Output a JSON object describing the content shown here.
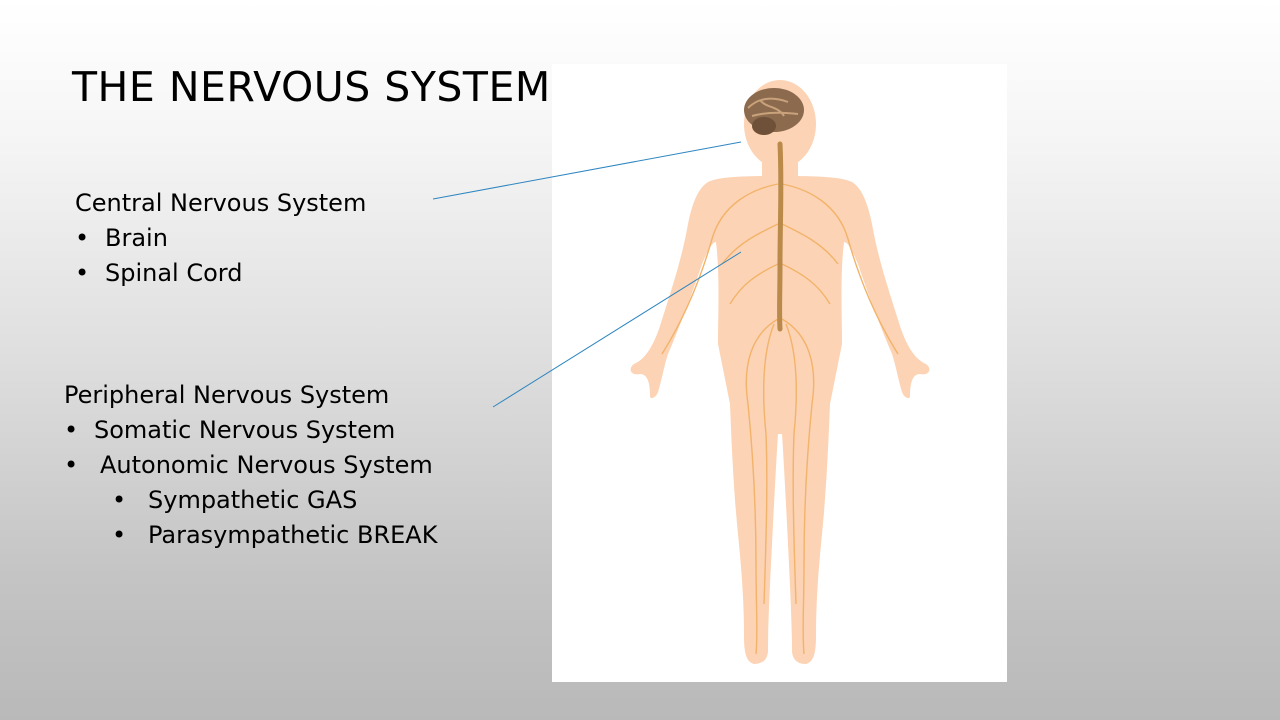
{
  "slide": {
    "title": "THE NERVOUS SYSTEM",
    "central": {
      "heading": "Central Nervous System",
      "items": [
        "Brain",
        "Spinal Cord"
      ]
    },
    "peripheral": {
      "heading": "Peripheral Nervous System",
      "items": [
        "Somatic Nervous System",
        "Autonomic Nervous System"
      ],
      "subitems": [
        "Sympathetic GAS",
        "Parasympathetic BREAK"
      ]
    },
    "bullet_glyph": "•"
  },
  "colors": {
    "connector": "#2e86c1",
    "body_fill": "#fcd3b4",
    "nerve": "#f2b36a",
    "spine": "#b98a4a",
    "brain": "#8b6a4e"
  }
}
